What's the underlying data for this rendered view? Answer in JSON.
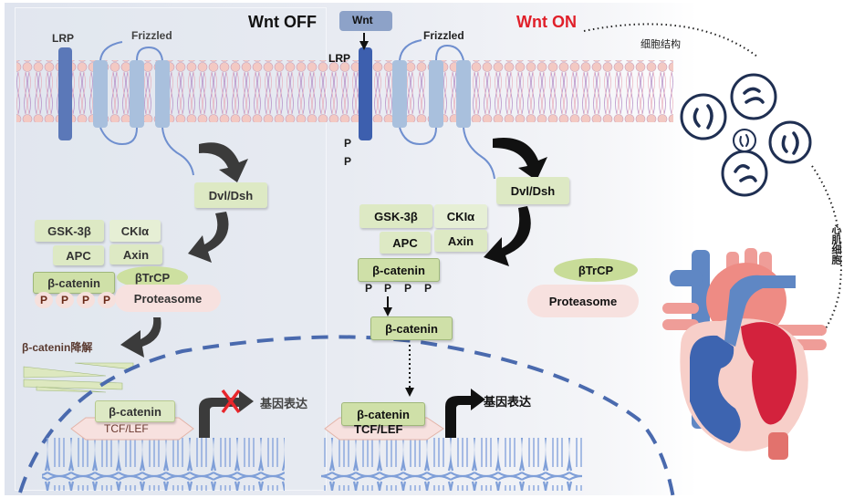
{
  "panels": {
    "off": {
      "title": "Wnt OFF",
      "membrane": {
        "lrp": "LRP",
        "frizzled": "Frizzled"
      },
      "dvl": "Dvl/Dsh",
      "complex": {
        "gsk": "GSK-3β",
        "ck": "CKIα",
        "apc": "APC",
        "axin": "Axin"
      },
      "beta_catenin": "β-catenin",
      "phospho": [
        "P",
        "P",
        "P",
        "P"
      ],
      "btrcp": "βTrCP",
      "proteasome": "Proteasome",
      "degradation": "β-catenin降解",
      "nucleus": {
        "beta_catenin": "β-catenin",
        "tcf": "TCF/LEF",
        "gene_expression": "基因表达",
        "blocked": true
      }
    },
    "on": {
      "title": "Wnt ON",
      "ligand": "Wnt",
      "membrane": {
        "lrp": "LRP",
        "frizzled": "Frizzled"
      },
      "lrp_phospho": [
        "P",
        "P"
      ],
      "dvl": "Dvl/Dsh",
      "complex": {
        "gsk": "GSK-3β",
        "ck": "CKIα",
        "apc": "APC",
        "axin": "Axin"
      },
      "beta_catenin_p": "β-catenin",
      "phospho": [
        "P",
        "P",
        "P",
        "P"
      ],
      "beta_catenin_free": "β-catenin",
      "btrcp": "βTrCP",
      "proteasome": "Proteasome",
      "nucleus": {
        "beta_catenin": "β-catenin",
        "tcf": "TCF/LEF",
        "gene_expression": "基因表达",
        "blocked": false
      }
    }
  },
  "right": {
    "cell_structure_label": "细胞结构",
    "cardiomyocyte_label": "心肌细胞"
  },
  "colors": {
    "off_title": "#111111",
    "on_title": "#e0202a",
    "membrane_head": "#f3c9c3",
    "lrp": "#4b6fb5",
    "frizzled": "#a9c0dd",
    "box_green": "#dde9c4",
    "proteasome": "#f7e1df",
    "nucleus_dash": "#4a6aae",
    "block_x": "#e8262c"
  }
}
